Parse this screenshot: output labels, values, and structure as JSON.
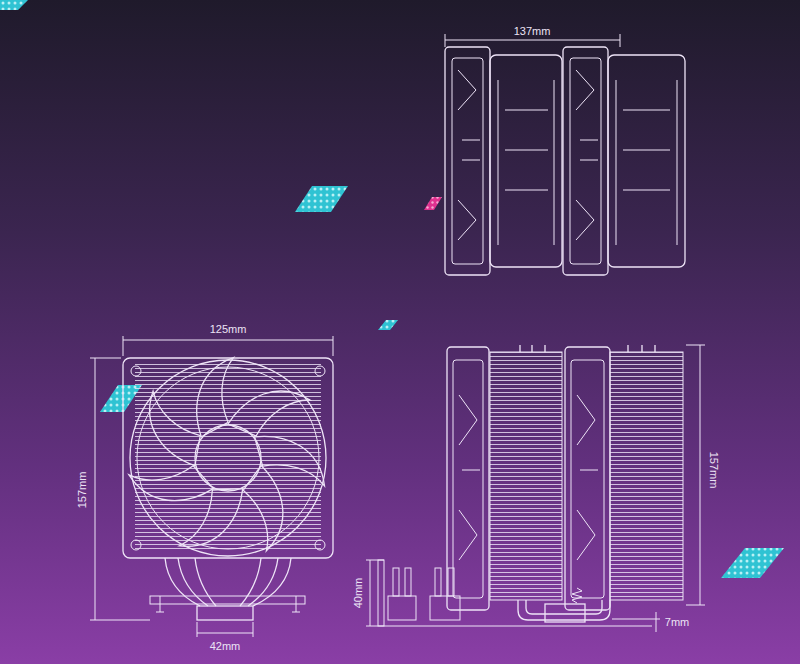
{
  "diagram": {
    "labels": [
      "137mm",
      "125mm",
      "157mm",
      "157mm",
      "42mm",
      "40mm",
      "7mm"
    ]
  }
}
